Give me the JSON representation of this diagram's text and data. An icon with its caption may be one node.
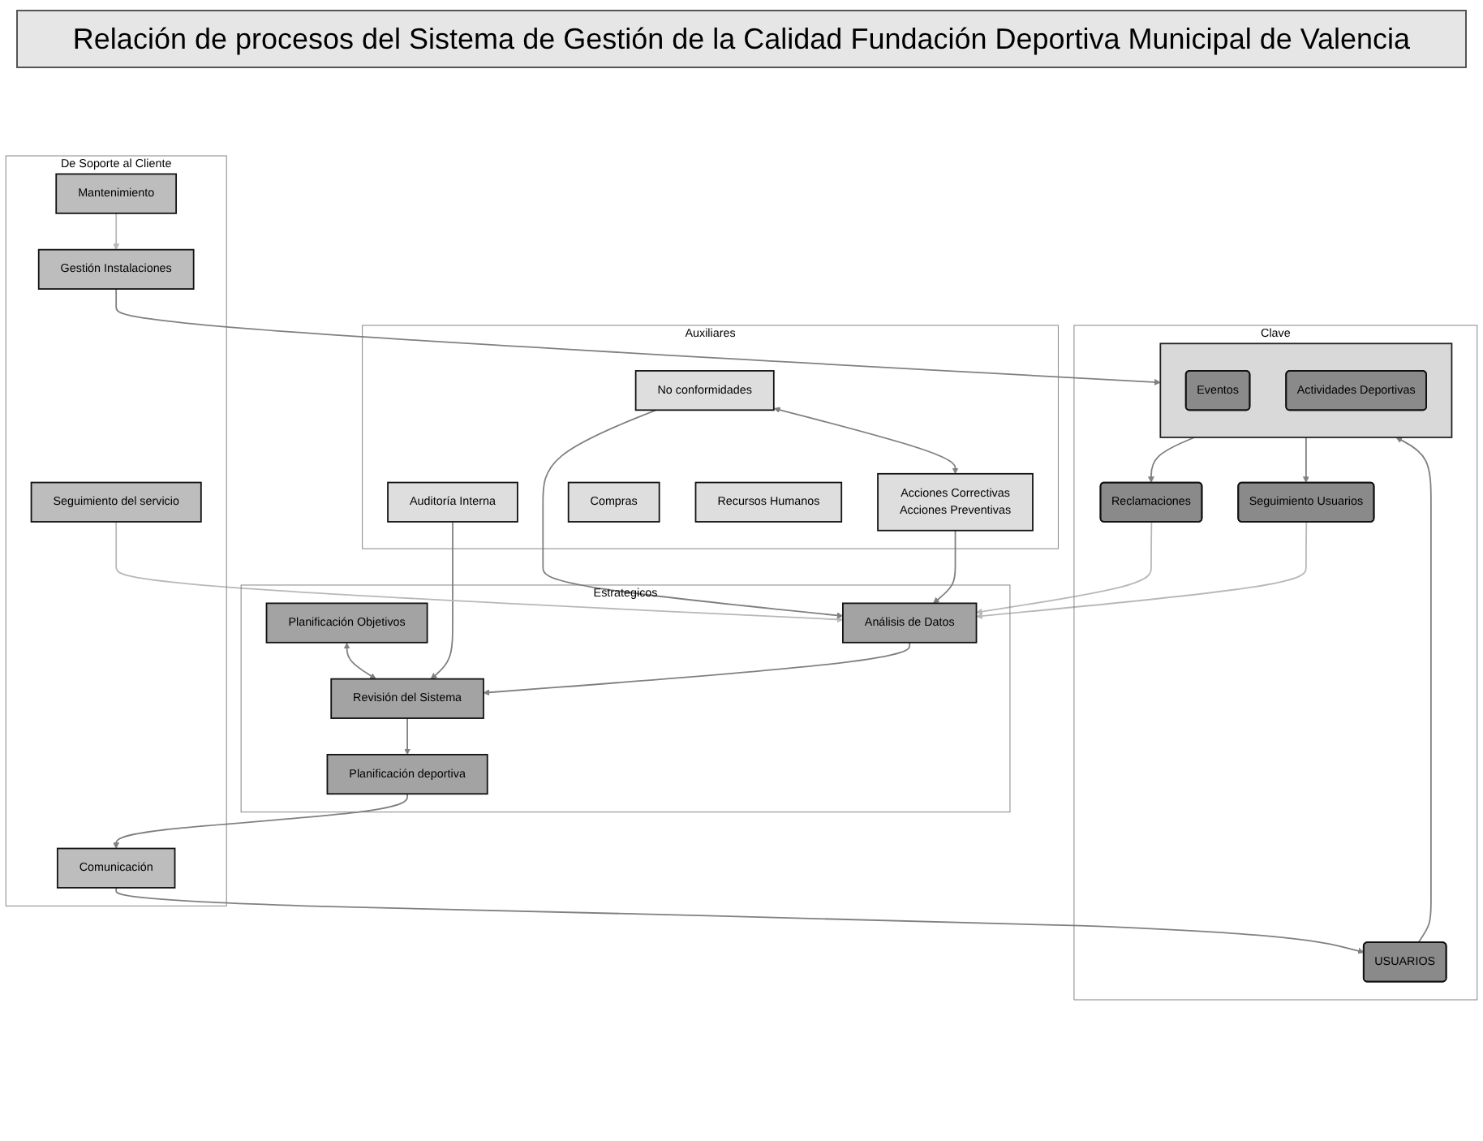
{
  "diagram": {
    "title": "Relación de procesos del Sistema de Gestión de la Calidad Fundación Deportiva Municipal de Valencia",
    "nodes": [
      {
        "text": [
          "Clave"
        ]
      },
      {
        "text": [
          "USUARIOS"
        ],
        "in": 0
      },
      {
        "text": [],
        "shape": "box",
        "in": 0
      },
      {
        "text": [
          "Actividades Deportivas"
        ],
        "in": 2
      },
      {
        "text": [
          "Eventos"
        ],
        "in": 2
      },
      {
        "text": [
          "Reclamaciones"
        ],
        "in": 0
      },
      {
        "text": [
          "Seguimiento Usuarios"
        ],
        "in": 0
      },
      {
        "text": [
          "Estrategicos"
        ]
      },
      {
        "text": [
          "Planificación deportiva"
        ],
        "in": 7
      },
      {
        "text": [
          "Planificación Objetivos"
        ],
        "in": 7
      },
      {
        "text": [
          "Revisión del Sistema"
        ],
        "in": 7
      },
      {
        "text": [
          "Análisis de Datos"
        ],
        "in": 7
      },
      {
        "text": [
          "De Soporte al Cliente"
        ]
      },
      {
        "text": [
          "Comunicación"
        ],
        "in": 12
      },
      {
        "text": [
          "Mantenimiento"
        ],
        "in": 12
      },
      {
        "text": [
          "Gestión Instalaciones"
        ],
        "in": 12
      },
      {
        "text": [
          "Seguimiento del servicio"
        ],
        "in": 12
      },
      {
        "text": [
          "Auxiliares"
        ]
      },
      {
        "text": [
          "Recursos Humanos"
        ],
        "in": 17
      },
      {
        "text": [
          "Compras"
        ],
        "in": 17
      },
      {
        "text": [
          "Auditoría Interna"
        ],
        "in": 17
      },
      {
        "text": [
          "No conformidades"
        ],
        "in": 17
      },
      {
        "text": [
          "Acciones Correctivas",
          "Acciones Preventivas"
        ],
        "in": 17
      }
    ],
    "edges": [
      {
        "from": 13,
        "to": 1,
        "arrow": "to"
      },
      {
        "from": 1,
        "to": 2,
        "arrow": "to"
      },
      {
        "from": 10,
        "to": 8,
        "arrow": "to"
      },
      {
        "from": 8,
        "to": 13,
        "arrow": "to"
      },
      {
        "from": 9,
        "to": 10,
        "arrow": "both"
      },
      {
        "from": 20,
        "to": 10,
        "arrow": "to"
      },
      {
        "from": 14,
        "to": 15,
        "arrow": "to",
        "color": "#b8b8b8"
      },
      {
        "from": 15,
        "to": 2,
        "arrow": "to"
      },
      {
        "from": 2,
        "to": 5,
        "arrow": "to"
      },
      {
        "from": 2,
        "to": 6,
        "arrow": "to"
      },
      {
        "from": 5,
        "to": 11,
        "arrow": "to",
        "color": "#b8b8b8"
      },
      {
        "from": 6,
        "to": 11,
        "arrow": "to",
        "color": "#b8b8b8"
      },
      {
        "from": 11,
        "to": 10,
        "arrow": "to"
      },
      {
        "from": 16,
        "to": 11,
        "arrow": "to",
        "color": "#b8b8b8"
      },
      {
        "from": 21,
        "to": 11,
        "arrow": "to"
      },
      {
        "from": 22,
        "to": 11,
        "arrow": "to"
      },
      {
        "from": 21,
        "to": 22,
        "arrow": "both"
      }
    ]
  }
}
